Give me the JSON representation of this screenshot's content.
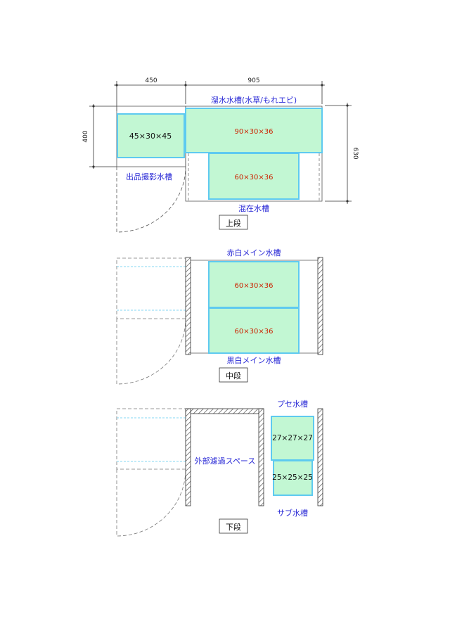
{
  "colors": {
    "tank_fill": "#c2f7d3",
    "tank_stroke": "#5ecaf0",
    "label_blue": "#2a2ad6",
    "size_red": "#cc2200",
    "size_black": "#111111",
    "line": "#333333",
    "dash": "#777777",
    "hatch": "#555555"
  },
  "dimensions": {
    "width_left": "450",
    "width_right": "905",
    "height_left": "400",
    "height_right": "630"
  },
  "upper": {
    "section_label": "上段",
    "tank_top_label": "溜水水槽(水草/もれエビ)",
    "tank_bottom_label": "混在水槽",
    "photo_label": "出品撮影水槽",
    "tank_photo_size": "45×30×45",
    "tank_large_size": "90×30×36",
    "tank_lower_size": "60×30×36"
  },
  "middle": {
    "section_label": "中段",
    "top_label": "赤白メイン水槽",
    "bottom_label": "黒白メイン水槽",
    "tank_a_size": "60×30×36",
    "tank_b_size": "60×30×36"
  },
  "lower": {
    "section_label": "下段",
    "filter_label": "外部濾過スペース",
    "puse_label": "プセ水槽",
    "sub_label": "サブ水槽",
    "tank_a_size": "27×27×27",
    "tank_b_size": "25×25×25"
  }
}
